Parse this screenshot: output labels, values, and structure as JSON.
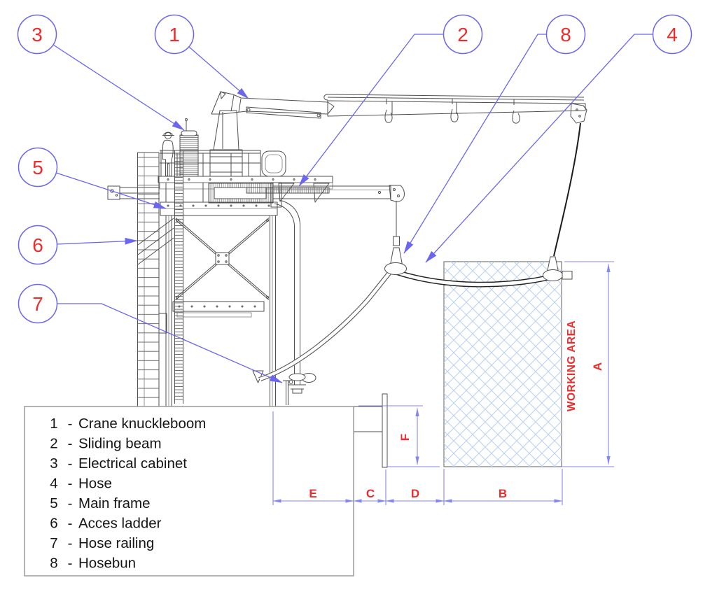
{
  "colors": {
    "annotation_blue": "#6a66f0",
    "dim_blue": "#8486f2",
    "label_red": "#ec2d2d",
    "hatch_blue": "#bccff0",
    "line_gray": "#4f4f4f",
    "line_dark": "#1f1f1f"
  },
  "balloons": [
    {
      "number": "1"
    },
    {
      "number": "2"
    },
    {
      "number": "3"
    },
    {
      "number": "4"
    },
    {
      "number": "5"
    },
    {
      "number": "6"
    },
    {
      "number": "7"
    },
    {
      "number": "8"
    }
  ],
  "legend": {
    "dash": "-",
    "items": [
      {
        "num": "1",
        "label": "Crane knuckleboom"
      },
      {
        "num": "2",
        "label": "Sliding beam"
      },
      {
        "num": "3",
        "label": "Electrical cabinet"
      },
      {
        "num": "4",
        "label": "Hose"
      },
      {
        "num": "5",
        "label": "Main frame"
      },
      {
        "num": "6",
        "label": "Acces ladder"
      },
      {
        "num": "7",
        "label": "Hose railing"
      },
      {
        "num": "8",
        "label": "Hosebun"
      }
    ]
  },
  "working_area": {
    "label": "WORKING AREA"
  },
  "dimensions": {
    "a": "A",
    "b": "B",
    "c": "C",
    "d": "D",
    "e": "E",
    "f": "F"
  }
}
